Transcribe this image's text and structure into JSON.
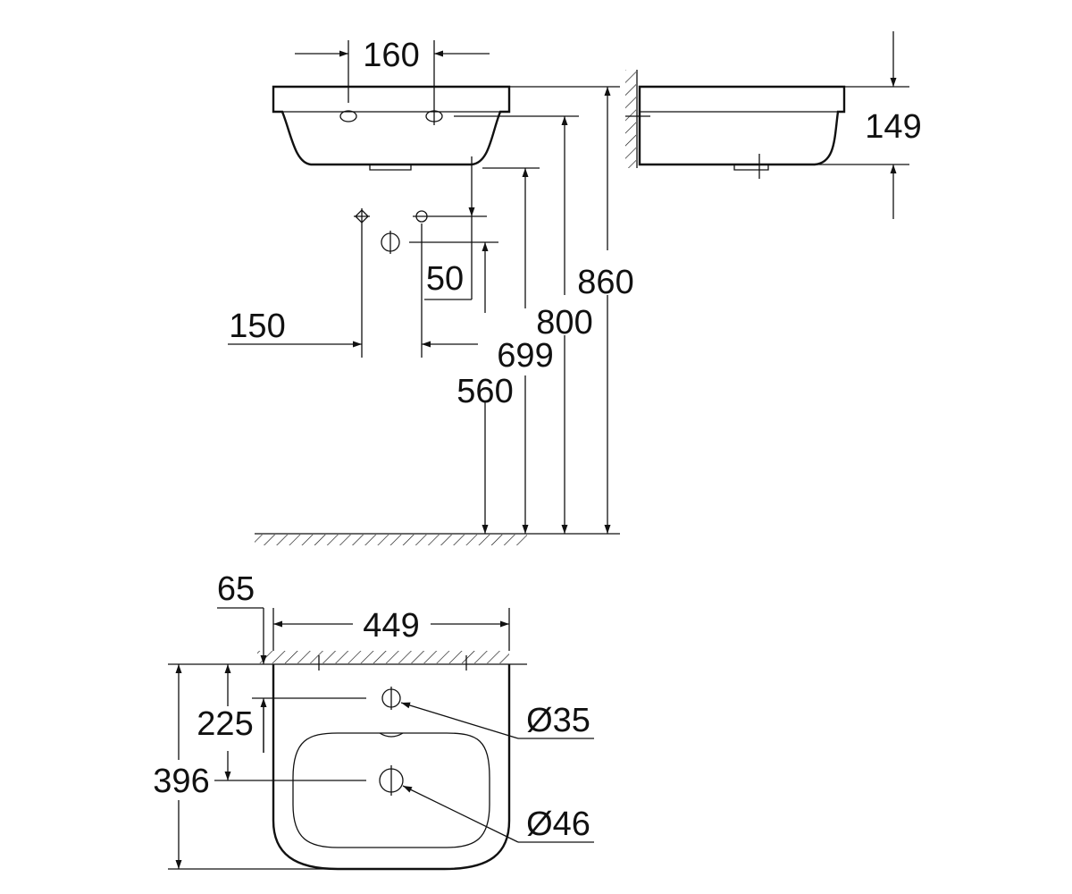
{
  "dimensions": {
    "tap_hole_spacing": "160",
    "basin_height": "149",
    "overall_height": "860",
    "rim_height": "800",
    "basin_bottom_height": "699",
    "waste_height": "560",
    "fixing_spacing": "150",
    "offset": "50",
    "wall_offset": "65",
    "basin_width": "449",
    "tap_hole_depth": "225",
    "basin_depth": "396",
    "tap_hole_diameter": "Ø35",
    "waste_diameter": "Ø46"
  }
}
